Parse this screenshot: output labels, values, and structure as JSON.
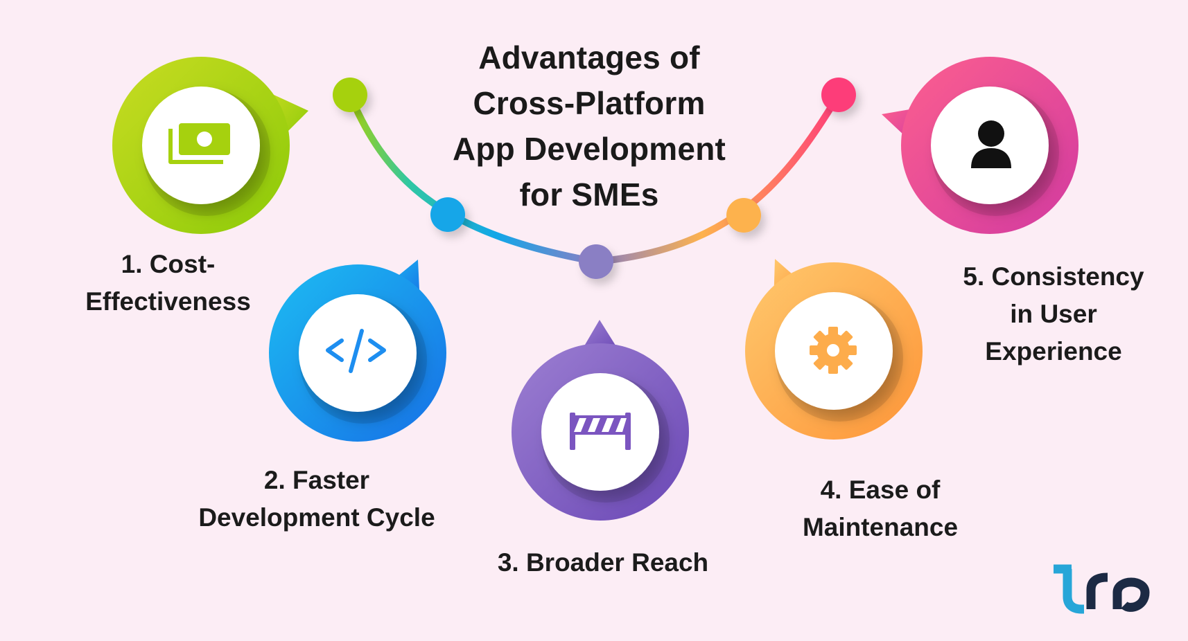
{
  "title": "Advantages of\nCross-Platform\nApp Development\nfor SMEs",
  "items": [
    {
      "label": "1. Cost-\nEffectiveness",
      "icon": "money-icon",
      "color_start": "#c5da1f",
      "color_end": "#8fcd0b"
    },
    {
      "label": "2. Faster\nDevelopment Cycle",
      "icon": "code-icon",
      "color_start": "#1fb4f2",
      "color_end": "#1877e8"
    },
    {
      "label": "3. Broader Reach",
      "icon": "barrier-icon",
      "color_start": "#9b7bd0",
      "color_end": "#6b4ab6"
    },
    {
      "label": "4. Ease of\nMaintenance",
      "icon": "gear-icon",
      "color_start": "#ffc46a",
      "color_end": "#fd9a3c"
    },
    {
      "label": "5. Consistency\nin User\nExperience",
      "icon": "user-icon",
      "color_start": "#fb5d92",
      "color_end": "#d83d9c"
    }
  ],
  "connector_dot_colors": [
    "#a6d10e",
    "#12a6e8",
    "#8a7fc4",
    "#fdb24e",
    "#fd3d79"
  ],
  "logo": {
    "text": "tro",
    "colors": [
      "#27a6d8",
      "#1c2a44"
    ]
  }
}
